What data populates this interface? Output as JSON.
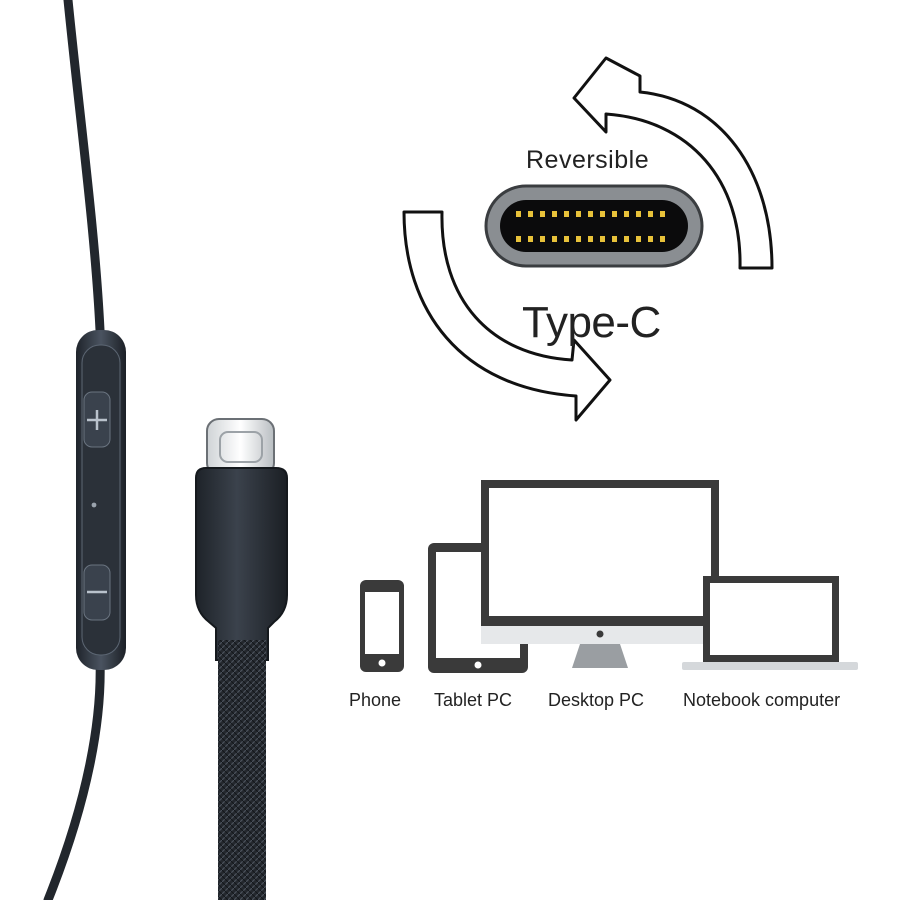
{
  "port": {
    "title": "Reversible",
    "type_label": "Type-C"
  },
  "devices": [
    {
      "label": "Phone",
      "icon": "phone-icon"
    },
    {
      "label": "Tablet PC",
      "icon": "tablet-icon"
    },
    {
      "label": "Desktop PC",
      "icon": "desktop-monitor-icon"
    },
    {
      "label": "Notebook computer",
      "icon": "laptop-icon"
    }
  ],
  "colors": {
    "cable": "#2a2f36",
    "connector_pins": "#e8c23a",
    "port_body": "#8a8e92",
    "device_outline": "#3a3a3a"
  }
}
